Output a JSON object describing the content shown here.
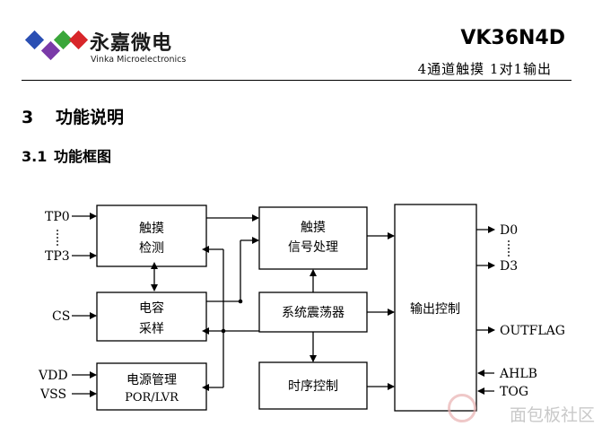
{
  "header": {
    "brand_cn": "永嘉微电",
    "brand_en": "Vinka Microelectronics",
    "model": "VK36N4D",
    "subtitle": "4通道触摸 1对1输出"
  },
  "section": {
    "number": "3",
    "title": "功能说明"
  },
  "subsection": {
    "number": "3.1",
    "title": "功能框图"
  },
  "diagram": {
    "inputs": {
      "tp0": "TP0",
      "tp3": "TP3",
      "cs": "CS",
      "vdd": "VDD",
      "vss": "VSS"
    },
    "blocks": {
      "touch_detect": [
        "触摸",
        "检测"
      ],
      "capacitor_sample": [
        "电容",
        "采样"
      ],
      "power_mgmt": [
        "电源管理",
        "POR/LVR"
      ],
      "touch_signal": [
        "触摸",
        "信号处理"
      ],
      "oscillator": "系统震荡器",
      "timing": "时序控制",
      "output_ctrl": "输出控制"
    },
    "outputs": {
      "d0": "D0",
      "d3": "D3",
      "outflag": "OUTFLAG",
      "ahlb": "AHLB",
      "tog": "TOG"
    }
  },
  "watermark": "面包板社区"
}
